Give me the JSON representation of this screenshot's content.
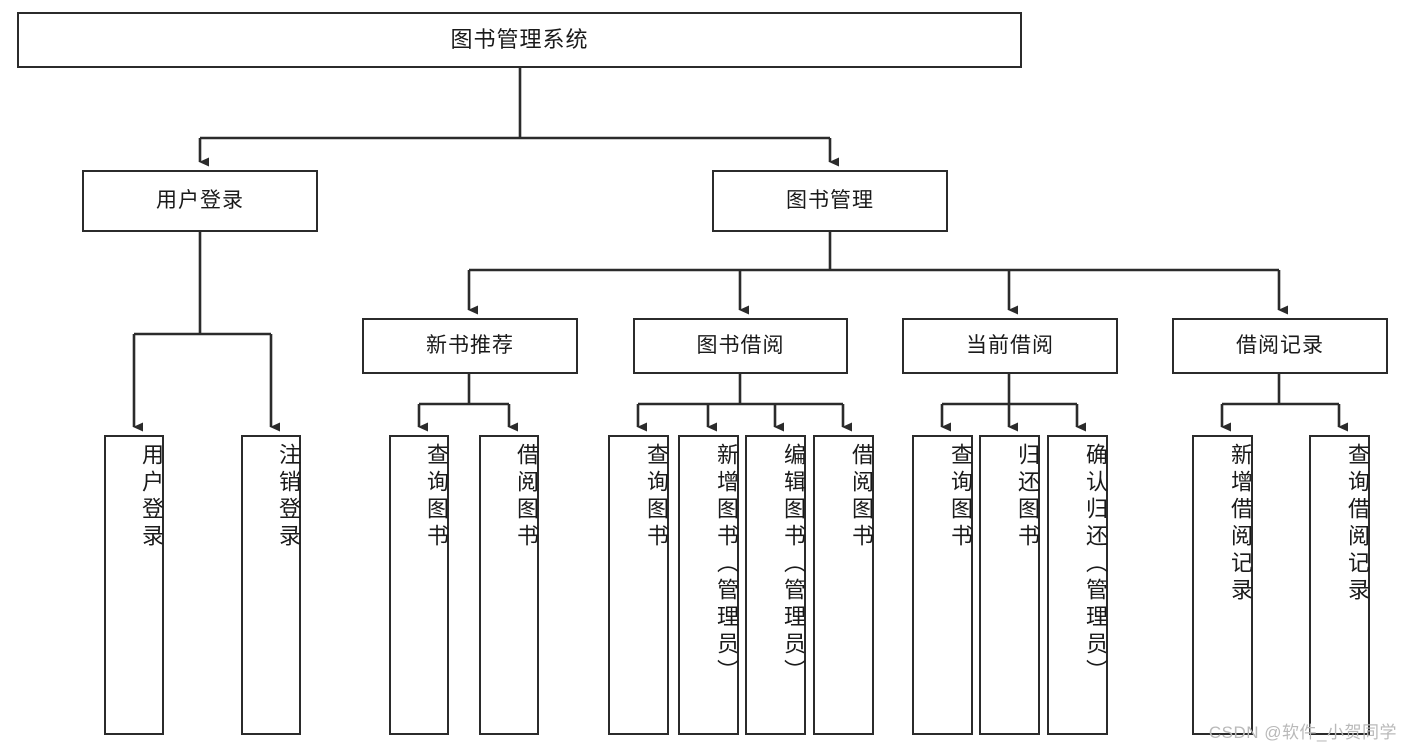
{
  "diagram": {
    "type": "tree",
    "title": "图书管理系统",
    "orientation": "top-down",
    "colors": {
      "box_border": "#2b2b2b",
      "box_fill": "#ffffff",
      "connector": "#2b2b2b",
      "text": "#1a1a1a",
      "watermark": "#b9b9b9",
      "background": "#ffffff"
    },
    "nodes": {
      "root": {
        "label": "图书管理系统",
        "level": 0,
        "orientation": "horizontal"
      },
      "level1": [
        {
          "id": "user-login",
          "label": "用户登录",
          "orientation": "horizontal"
        },
        {
          "id": "book-manage",
          "label": "图书管理",
          "orientation": "horizontal"
        }
      ],
      "level2": [
        {
          "id": "new-book-recommend",
          "label": "新书推荐",
          "parent": "book-manage",
          "orientation": "horizontal"
        },
        {
          "id": "book-borrow",
          "label": "图书借阅",
          "parent": "book-manage",
          "orientation": "horizontal"
        },
        {
          "id": "current-borrow",
          "label": "当前借阅",
          "parent": "book-manage",
          "orientation": "horizontal"
        },
        {
          "id": "borrow-record",
          "label": "借阅记录",
          "parent": "book-manage",
          "orientation": "horizontal"
        }
      ],
      "leaves": [
        {
          "id": "leaf-user-login",
          "label": "用户登录",
          "parent": "user-login",
          "orientation": "vertical"
        },
        {
          "id": "leaf-user-logout",
          "label": "注销登录",
          "parent": "user-login",
          "orientation": "vertical"
        },
        {
          "id": "leaf-query-book-1",
          "label": "查询图书",
          "parent": "new-book-recommend",
          "orientation": "vertical"
        },
        {
          "id": "leaf-borrow-book-1",
          "label": "借阅图书",
          "parent": "new-book-recommend",
          "orientation": "vertical"
        },
        {
          "id": "leaf-query-book-2",
          "label": "查询图书",
          "parent": "book-borrow",
          "orientation": "vertical"
        },
        {
          "id": "leaf-add-book",
          "label": "新增图书（管理员）",
          "parent": "book-borrow",
          "orientation": "vertical"
        },
        {
          "id": "leaf-edit-book",
          "label": "编辑图书（管理员）",
          "parent": "book-borrow",
          "orientation": "vertical"
        },
        {
          "id": "leaf-borrow-book-2",
          "label": "借阅图书",
          "parent": "book-borrow",
          "orientation": "vertical"
        },
        {
          "id": "leaf-query-book-3",
          "label": "查询图书",
          "parent": "current-borrow",
          "orientation": "vertical"
        },
        {
          "id": "leaf-return-book",
          "label": "归还图书",
          "parent": "current-borrow",
          "orientation": "vertical"
        },
        {
          "id": "leaf-confirm-return",
          "label": "确认归还（管理员）",
          "parent": "current-borrow",
          "orientation": "vertical"
        },
        {
          "id": "leaf-add-record",
          "label": "新增借阅记录",
          "parent": "borrow-record",
          "orientation": "vertical"
        },
        {
          "id": "leaf-query-record",
          "label": "查询借阅记录",
          "parent": "borrow-record",
          "orientation": "vertical"
        }
      ]
    }
  },
  "watermark": {
    "text": "CSDN @软件_小贺同学"
  }
}
